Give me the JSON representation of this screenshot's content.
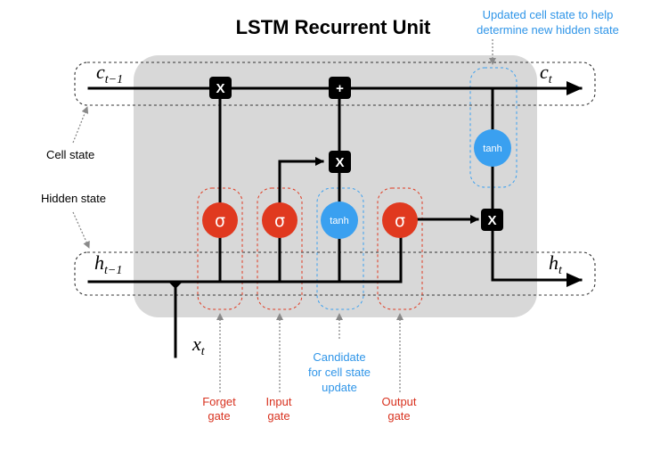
{
  "title": "LSTM Recurrent Unit",
  "colors": {
    "background_panel": "#d8d8d8",
    "gate_red": "#e0391f",
    "tanh_blue": "#3aa0f0",
    "operator_black": "#000000",
    "annotation_blue": "#2f95e8",
    "annotation_red": "#d8321f"
  },
  "cell_state": {
    "input_symbol": "c",
    "input_subscript": "t−1",
    "output_symbol": "c",
    "output_subscript": "t",
    "side_label": "Cell state"
  },
  "hidden_state": {
    "input_symbol": "h",
    "input_subscript": "t−1",
    "output_symbol": "h",
    "output_subscript": "t",
    "side_label": "Hidden state"
  },
  "input": {
    "symbol": "x",
    "subscript": "t"
  },
  "gates": {
    "forget": {
      "symbol": "σ",
      "label_line1": "Forget",
      "label_line2": "gate"
    },
    "input": {
      "symbol": "σ",
      "label_line1": "Input",
      "label_line2": "gate"
    },
    "candidate": {
      "symbol": "tanh",
      "label_line1": "Candidate",
      "label_line2": "for cell state",
      "label_line3": "update"
    },
    "output": {
      "symbol": "σ",
      "label_line1": "Output",
      "label_line2": "gate"
    }
  },
  "operators": {
    "forget_multiply": "X",
    "cell_add": "+",
    "input_multiply": "X",
    "output_multiply": "X"
  },
  "cell_tanh": {
    "symbol": "tanh",
    "annotation_line1": "Updated cell state to help",
    "annotation_line2": "determine new hidden state"
  }
}
